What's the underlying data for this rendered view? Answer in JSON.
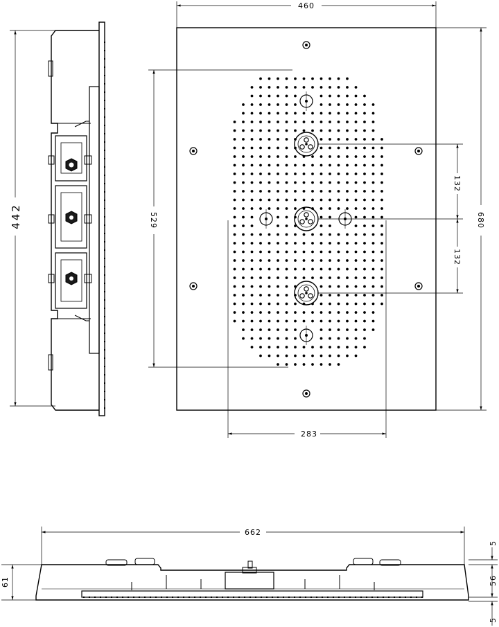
{
  "dimensions": {
    "front_width": "460",
    "front_height": "680",
    "spray_height": "529",
    "spray_width": "283",
    "jet_spacing_upper": "132",
    "jet_spacing_lower": "132",
    "side_height": "442",
    "bottom_width": "662",
    "bottom_height": "61",
    "bottom_top": "5",
    "bottom_mid": "56",
    "bottom_low": "5"
  },
  "colors": {
    "line": "#000000",
    "background": "#ffffff"
  }
}
